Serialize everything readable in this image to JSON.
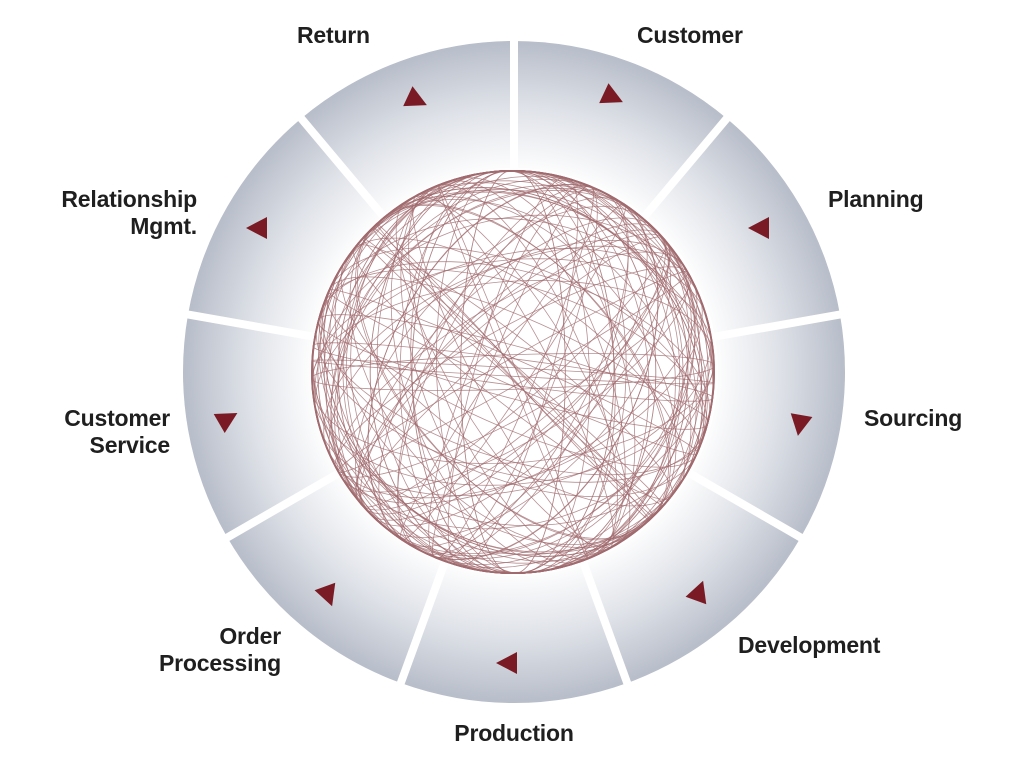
{
  "diagram": {
    "type": "cycle",
    "colors": {
      "segment_edge": "#b9bfca",
      "segment_center": "#ffffff",
      "arrow": "#7a1a24",
      "sphere_line": "#a06a6e",
      "text": "#1f1f1f"
    },
    "center_icon": "wireframe-globe-icon",
    "segments": [
      {
        "id": "customer",
        "lines": [
          "Customer"
        ]
      },
      {
        "id": "planning",
        "lines": [
          "Planning"
        ]
      },
      {
        "id": "sourcing",
        "lines": [
          "Sourcing"
        ]
      },
      {
        "id": "development",
        "lines": [
          "Development"
        ]
      },
      {
        "id": "production",
        "lines": [
          "Production"
        ]
      },
      {
        "id": "order-processing",
        "lines": [
          "Order",
          "Processing"
        ]
      },
      {
        "id": "customer-service",
        "lines": [
          "Customer",
          "Service"
        ]
      },
      {
        "id": "relationship-mgmt",
        "lines": [
          "Relationship",
          "Mgmt."
        ]
      },
      {
        "id": "return",
        "lines": [
          "Return"
        ]
      }
    ]
  }
}
